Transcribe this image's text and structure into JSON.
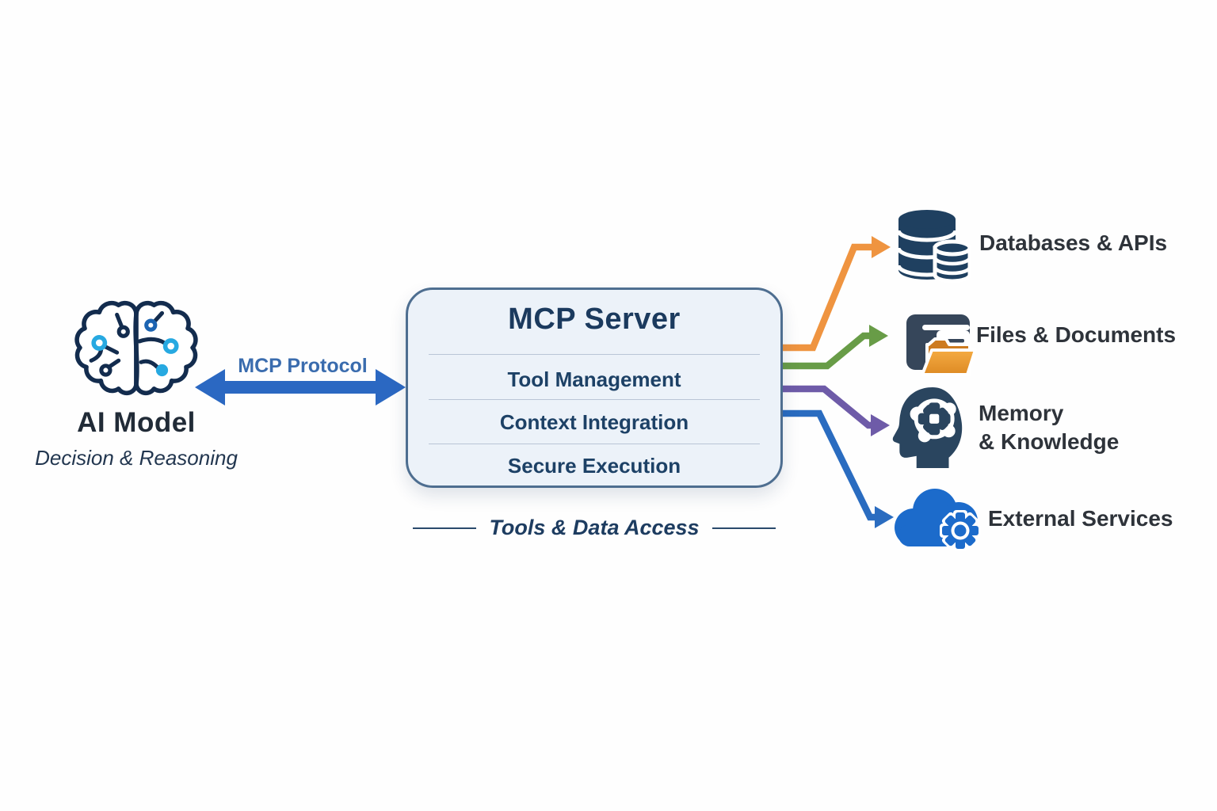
{
  "ai_model": {
    "title": "AI Model",
    "subtitle": "Decision & Reasoning",
    "icon": "brain-circuit-icon",
    "icon_colors": {
      "outline": "#132c4e",
      "node_cyan": "#27a9e1",
      "node_blue": "#1c64b2"
    }
  },
  "protocol": {
    "label": "MCP Protocol",
    "arrow_color": "#2b68c2",
    "label_color": "#3a6cae"
  },
  "server": {
    "title": "MCP Server",
    "features": [
      "Tool Management",
      "Context Integration",
      "Secure Execution"
    ],
    "caption": "Tools & Data Access",
    "box_bg": "#ecf2f9",
    "box_border": "#4e6e90"
  },
  "targets": [
    {
      "label": "Databases & APIs",
      "icon": "database-icon",
      "connector_color": "#ef9440"
    },
    {
      "label": "Files & Documents",
      "icon": "folder-documents-icon",
      "connector_color": "#689c47"
    },
    {
      "label": "Memory",
      "label_line2": "& Knowledge",
      "icon": "head-gear-icon",
      "connector_color": "#6e5ba8"
    },
    {
      "label": "External Services",
      "icon": "cloud-gear-icon",
      "connector_color": "#2a6cc0"
    }
  ],
  "icon_palette": {
    "database_navy": "#1f4060",
    "folder_slate": "#36465a",
    "folder_orange": "#e08c28",
    "head_navy": "#2a455f",
    "cloud_blue": "#1c6bcb"
  }
}
